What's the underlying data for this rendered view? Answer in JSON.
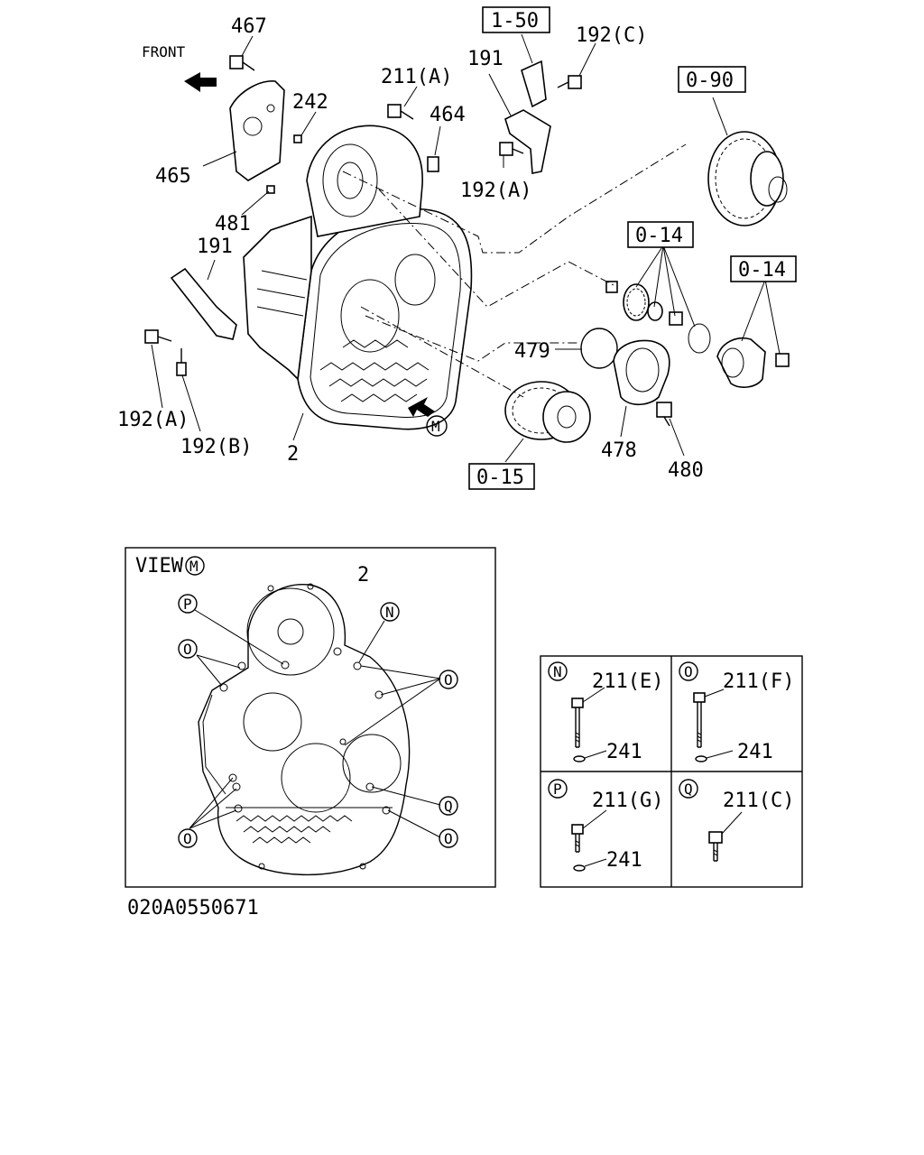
{
  "main_labels": {
    "p467": "467",
    "front": "FRONT",
    "ref_1_50": "1-50",
    "p192c": "192(C)",
    "p191_top": "191",
    "p211a": "211(A)",
    "p242": "242",
    "p464": "464",
    "ref_0_90": "0-90",
    "p465": "465",
    "p192a_top": "192(A)",
    "p481": "481",
    "p191_left": "191",
    "ref_0_14_a": "0-14",
    "ref_0_14_b": "0-14",
    "p479": "479",
    "p192a_left": "192(A)",
    "p192b": "192(B)",
    "p2": "2",
    "view_marker": "M",
    "p478": "478",
    "p480": "480",
    "ref_0_15": "0-15"
  },
  "view": {
    "title": "VIEW",
    "marker": "M",
    "part_2": "2",
    "callout_p": "P",
    "callout_n": "N",
    "callout_o": "O",
    "callout_q": "Q"
  },
  "detail_table": {
    "cells": [
      {
        "marker": "N",
        "bolt": "211(E)",
        "washer": "241"
      },
      {
        "marker": "O",
        "bolt": "211(F)",
        "washer": "241"
      },
      {
        "marker": "P",
        "bolt": "211(G)",
        "washer": "241"
      },
      {
        "marker": "Q",
        "bolt": "211(C)",
        "washer": ""
      }
    ]
  },
  "figure_id": "020A0550671"
}
